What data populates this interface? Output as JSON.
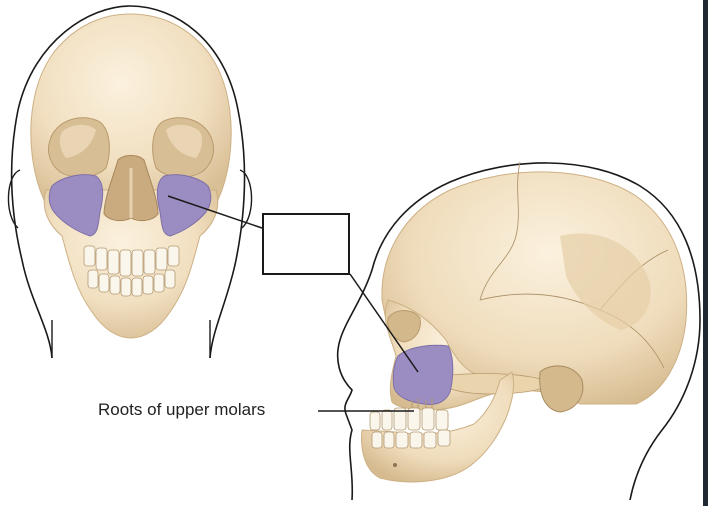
{
  "labels": {
    "roots_of_upper_molars": "Roots of upper molars",
    "blank_callout": ""
  },
  "colors": {
    "bone": "#f1dfc0",
    "bone_shade": "#dcc29a",
    "sinus": "#9b8cc2",
    "outline": "#1a1a1a",
    "frame_edge": "#1f2933"
  },
  "figures": {
    "left": "frontal-skull-view",
    "right": "lateral-skull-view",
    "highlight": "maxillary-sinus"
  }
}
